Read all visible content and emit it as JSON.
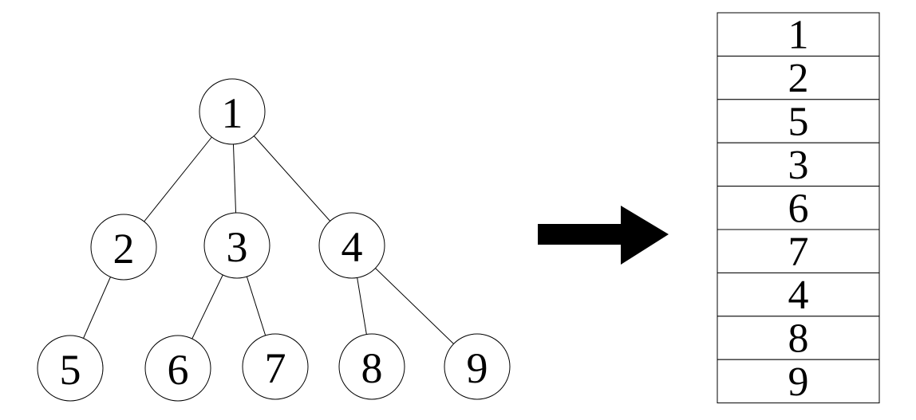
{
  "tree": {
    "nodes": [
      {
        "id": "n1",
        "label": "1"
      },
      {
        "id": "n2",
        "label": "2"
      },
      {
        "id": "n3",
        "label": "3"
      },
      {
        "id": "n4",
        "label": "4"
      },
      {
        "id": "n5",
        "label": "5"
      },
      {
        "id": "n6",
        "label": "6"
      },
      {
        "id": "n7",
        "label": "7"
      },
      {
        "id": "n8",
        "label": "8"
      },
      {
        "id": "n9",
        "label": "9"
      }
    ],
    "edges": [
      [
        "n1",
        "n2"
      ],
      [
        "n1",
        "n3"
      ],
      [
        "n1",
        "n4"
      ],
      [
        "n2",
        "n5"
      ],
      [
        "n3",
        "n6"
      ],
      [
        "n3",
        "n7"
      ],
      [
        "n4",
        "n8"
      ],
      [
        "n4",
        "n9"
      ]
    ]
  },
  "arrow": {
    "icon": "right-arrow-icon",
    "color": "#000000"
  },
  "sequence": [
    "1",
    "2",
    "5",
    "3",
    "6",
    "7",
    "4",
    "8",
    "9"
  ]
}
